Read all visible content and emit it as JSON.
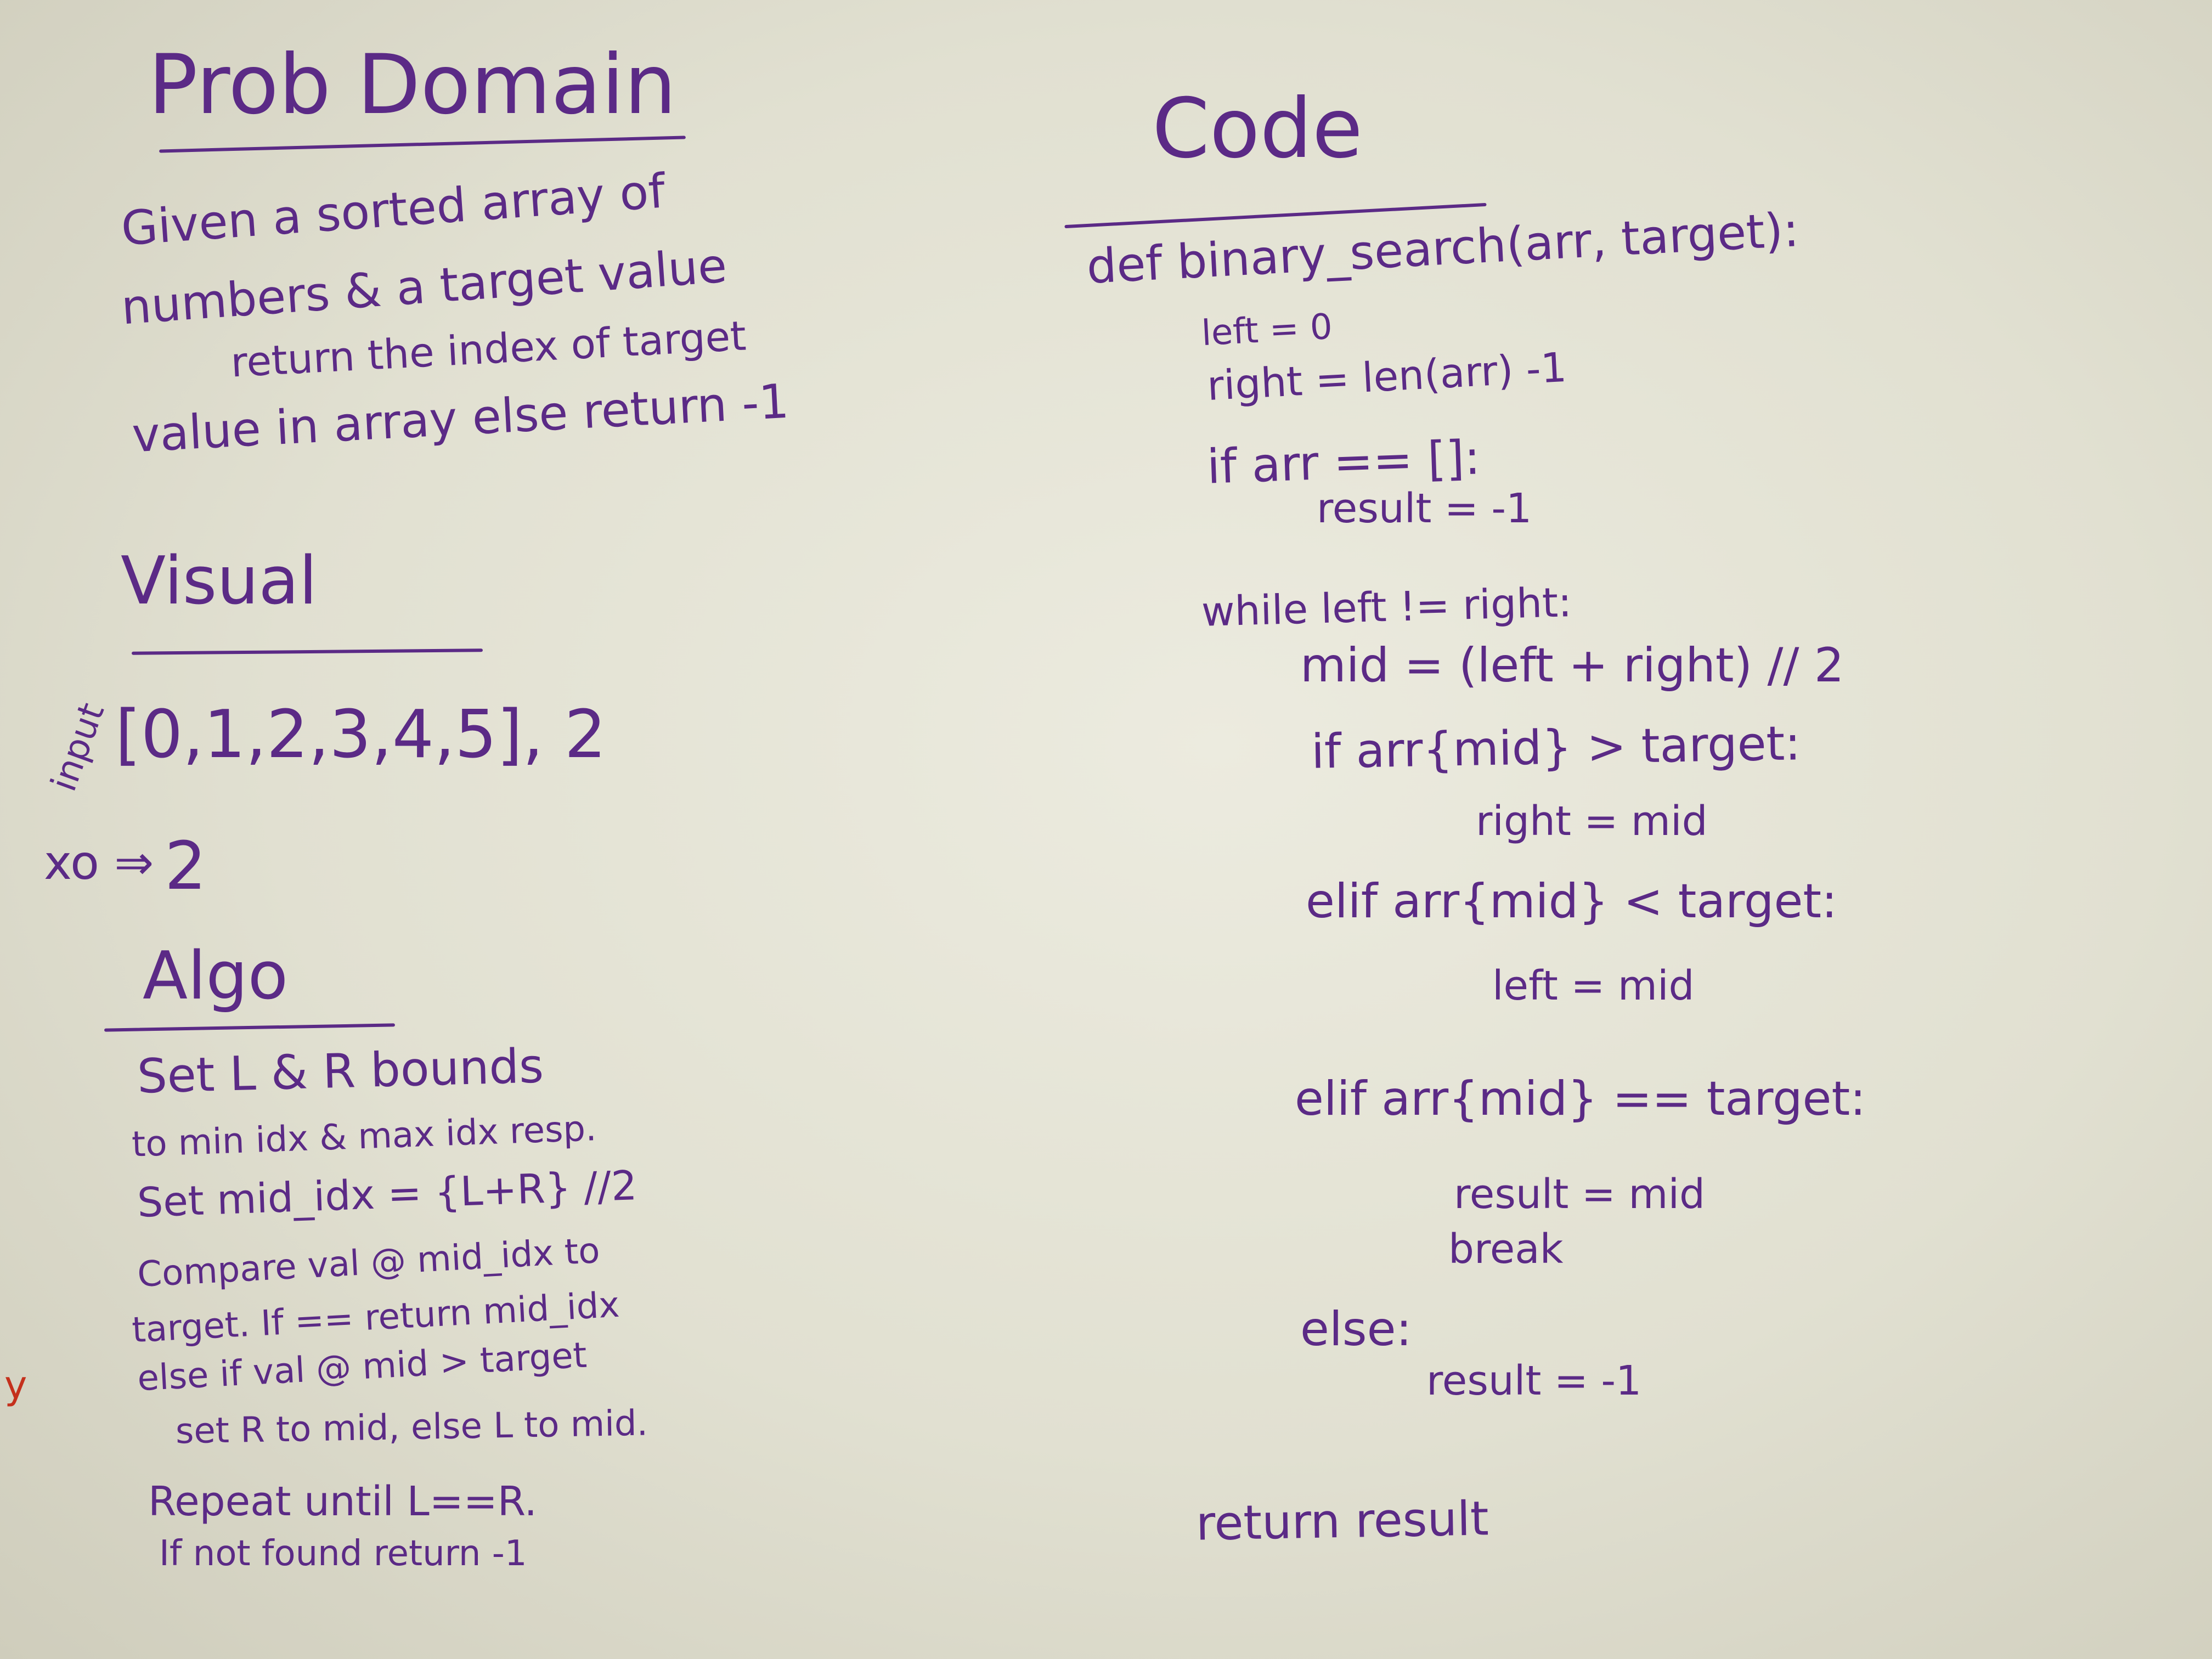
{
  "left": {
    "prob_domain": {
      "title": "Prob Domain",
      "lines": [
        "Given a sorted array of",
        "numbers & a target value",
        "return the index of target",
        "value in array else return -1"
      ]
    },
    "visual": {
      "title": "Visual",
      "input": "[0,1,2,3,4,5], 2",
      "input_side_label": "input",
      "output": "2",
      "output_prefix": "xo ⇒"
    },
    "algo": {
      "title": "Algo",
      "lines": [
        "Set L & R bounds",
        "to min idx & max idx resp.",
        "Set mid_idx = {L+R} //2",
        "Compare val @ mid_idx to",
        "target. If == return mid_idx",
        "else if val @ mid > target",
        "set R to mid, else L to mid.",
        "Repeat until L==R.",
        "If not found return -1"
      ]
    },
    "margin_mark": "y"
  },
  "code": {
    "title": "Code",
    "lines": [
      "def binary_search(arr, target):",
      "left = 0",
      "right = len(arr) -1",
      "if arr == []:",
      "result = -1",
      "while left != right:",
      "mid = (left + right) // 2",
      "if arr{mid} > target:",
      "right = mid",
      "elif arr{mid} < target:",
      "left = mid",
      "elif arr{mid} == target:",
      "result = mid",
      "break",
      "else:",
      "result = -1",
      "return result"
    ]
  },
  "colors": {
    "ink": "#5b2a86",
    "board": "#e4e3d5",
    "red_mark": "#c4301c"
  }
}
